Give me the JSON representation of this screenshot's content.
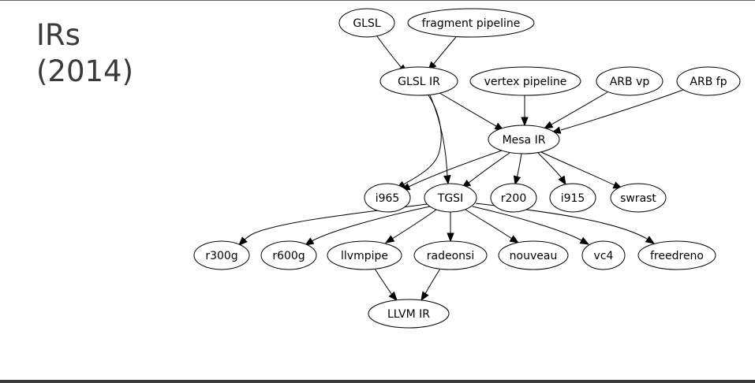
{
  "title": {
    "line1": "IRs",
    "line2": "(2014)"
  },
  "diagram": {
    "nodes": {
      "glsl": "GLSL",
      "fragment_pipeline": "fragment pipeline",
      "glsl_ir": "GLSL IR",
      "vertex_pipeline": "vertex pipeline",
      "arb_vp": "ARB vp",
      "arb_fp": "ARB fp",
      "mesa_ir": "Mesa IR",
      "i965": "i965",
      "tgsi": "TGSI",
      "r200": "r200",
      "i915": "i915",
      "swrast": "swrast",
      "r300g": "r300g",
      "r600g": "r600g",
      "llvmpipe": "llvmpipe",
      "radeonsi": "radeonsi",
      "nouveau": "nouveau",
      "vc4": "vc4",
      "freedreno": "freedreno",
      "llvm_ir": "LLVM IR"
    },
    "edges": [
      [
        "glsl",
        "glsl_ir"
      ],
      [
        "fragment_pipeline",
        "glsl_ir"
      ],
      [
        "glsl_ir",
        "mesa_ir"
      ],
      [
        "vertex_pipeline",
        "mesa_ir"
      ],
      [
        "arb_vp",
        "mesa_ir"
      ],
      [
        "arb_fp",
        "mesa_ir"
      ],
      [
        "glsl_ir",
        "i965"
      ],
      [
        "glsl_ir",
        "tgsi"
      ],
      [
        "mesa_ir",
        "i965"
      ],
      [
        "mesa_ir",
        "tgsi"
      ],
      [
        "mesa_ir",
        "r200"
      ],
      [
        "mesa_ir",
        "i915"
      ],
      [
        "mesa_ir",
        "swrast"
      ],
      [
        "tgsi",
        "r300g"
      ],
      [
        "tgsi",
        "r600g"
      ],
      [
        "tgsi",
        "llvmpipe"
      ],
      [
        "tgsi",
        "radeonsi"
      ],
      [
        "tgsi",
        "nouveau"
      ],
      [
        "tgsi",
        "vc4"
      ],
      [
        "tgsi",
        "freedreno"
      ],
      [
        "llvmpipe",
        "llvm_ir"
      ],
      [
        "radeonsi",
        "llvm_ir"
      ]
    ]
  }
}
